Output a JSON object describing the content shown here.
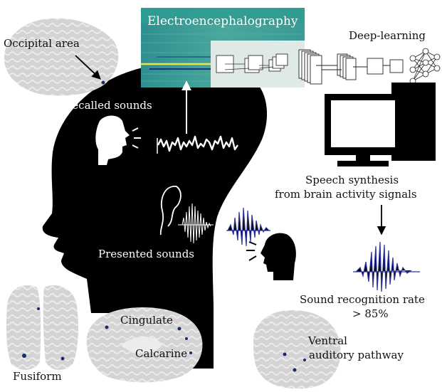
{
  "labels": {
    "occipital_area": "Occipital area",
    "eeg": "Electroencephalography",
    "deep_learning": "Deep-learning",
    "recalled_sounds": "Recalled sounds",
    "speech_synthesis_line1": "Speech synthesis",
    "speech_synthesis_line2": "from brain activity signals",
    "presented_sounds": "Presented sounds",
    "recognition_line1": "Sound recognition rate",
    "recognition_line2": "> 85%",
    "cingulate": "Cingulate",
    "calcarine": "Calcarine",
    "ventral_line1": "Ventral",
    "ventral_line2": "auditory pathway",
    "fusiform": "Fusiform"
  },
  "colors": {
    "head": "#000000",
    "brain_surface": "#d6d6d6",
    "activation": "#1a2a6e",
    "waveform_blue": "#2e35a0",
    "eeg_teal": "#3f9f98",
    "network_panel": "#dfe9e6"
  }
}
